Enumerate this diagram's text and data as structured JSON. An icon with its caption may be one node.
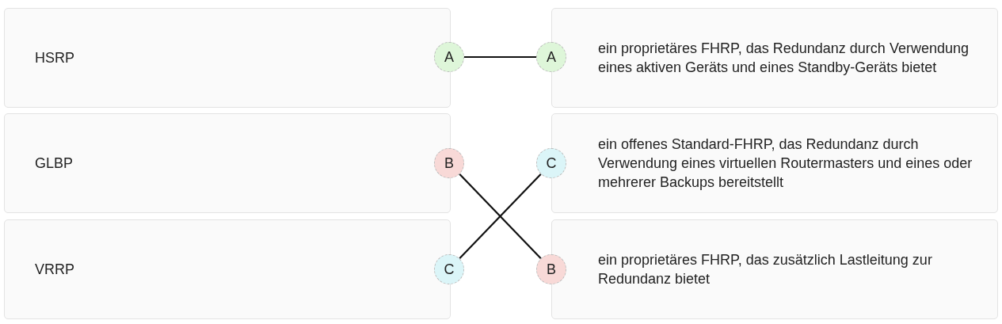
{
  "diagram": {
    "nodes": [
      {
        "text": [
          "HSRP"
        ]
      },
      {
        "text": [
          "A"
        ]
      },
      {
        "text": [
          "ein proprietäres FHRP, das Redundanz durch Verwendung eines aktiven Geräts und eines Standby-Geräts bietet"
        ]
      },
      {
        "text": [
          "A"
        ]
      },
      {
        "text": [
          "GLBP"
        ]
      },
      {
        "text": [
          "B"
        ]
      },
      {
        "text": [
          "ein offenes Standard-FHRP, das Redundanz durch Verwendung eines virtuellen Routermasters und eines oder mehrerer Backups bereitstellt"
        ]
      },
      {
        "text": [
          "C"
        ]
      },
      {
        "text": [
          "VRRP"
        ]
      },
      {
        "text": [
          "C"
        ]
      },
      {
        "text": [
          "ein proprietäres FHRP, das zusätzlich Lastleitung zur Redundanz bietet"
        ]
      },
      {
        "text": [
          "B"
        ]
      }
    ],
    "edges": [
      {
        "from": 1,
        "to": 3,
        "arrow": "none"
      },
      {
        "from": 5,
        "to": 11,
        "arrow": "none"
      },
      {
        "from": 9,
        "to": 7,
        "arrow": "none"
      }
    ]
  }
}
